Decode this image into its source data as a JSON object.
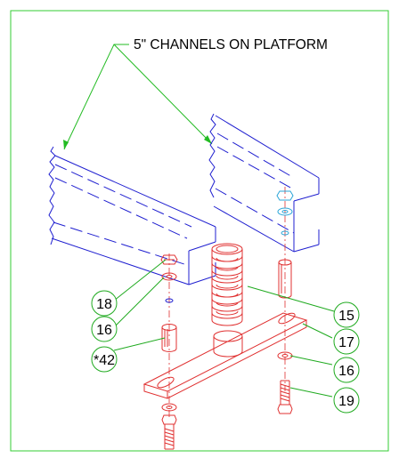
{
  "title": "5\" CHANNELS ON PLATFORM",
  "callouts": [
    {
      "id": "c18",
      "label": "18"
    },
    {
      "id": "c16a",
      "label": "16"
    },
    {
      "id": "c42",
      "label": "*42"
    },
    {
      "id": "c15",
      "label": "15"
    },
    {
      "id": "c17",
      "label": "17"
    },
    {
      "id": "c16b",
      "label": "16"
    },
    {
      "id": "c19",
      "label": "19"
    }
  ],
  "colors": {
    "frame": "#33cc33",
    "channel": "#1f1fd0",
    "hardware": "#e03030",
    "leader": "#1faa1f",
    "text": "#000000"
  }
}
